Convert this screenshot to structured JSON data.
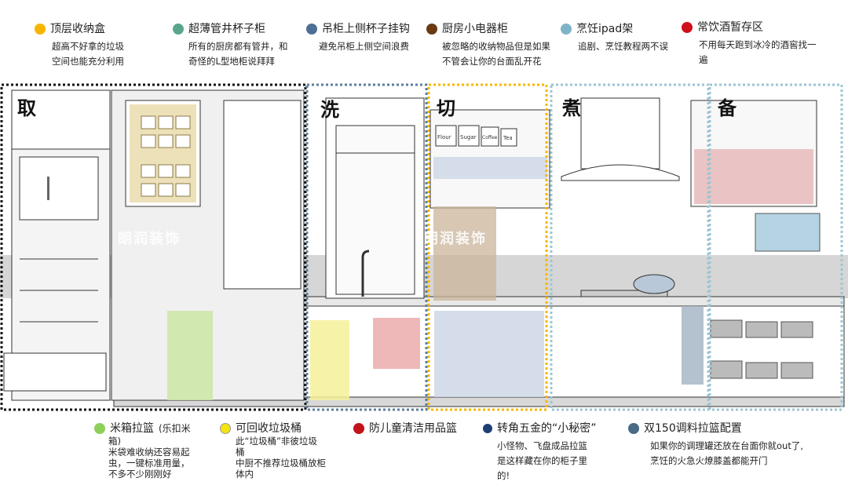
{
  "legend_top": [
    {
      "title": "顶层收纳盒",
      "lines": [
        "超高不好拿的垃圾",
        "空间也能充分利用"
      ],
      "color": "#f7b500"
    },
    {
      "title": "超薄管井杯子柜",
      "lines": [
        "所有的厨房都有管井，和",
        "奇怪的L型地柜说拜拜"
      ],
      "color": "#5aa68c"
    },
    {
      "title": "吊柜上侧杯子挂钩",
      "lines": [
        "避免吊柜上侧空间浪费"
      ],
      "color": "#4d6f96"
    },
    {
      "title": "厨房小电器柜",
      "lines": [
        "被忽略的收纳物品但是如果",
        "不管会让你的台面乱开花"
      ],
      "color": "#6b3a12"
    },
    {
      "title": "烹饪ipad架",
      "lines": [
        "追剧、烹饪教程两不误"
      ],
      "color": "#7fb3c8"
    },
    {
      "title": "常饮酒暂存区",
      "lines": [
        "不用每天跑到冰冷的酒窖找一",
        "遍"
      ],
      "color": "#d0101b"
    }
  ],
  "legend_bottom": [
    {
      "title": "米箱拉篮",
      "title_suffix": "(乐扣米",
      "lines": [
        "箱)",
        "米袋难收纳还容易起",
        "虫，一键标准用量，",
        "不多不少刚刚好"
      ],
      "color": "#8ecf5a"
    },
    {
      "title": "可回收垃圾桶",
      "lines": [
        "此“垃圾桶”非彼垃圾",
        "桶",
        "中厨不推荐垃圾桶放柜",
        "体内"
      ],
      "color": "#f5e312",
      "outline": true
    },
    {
      "title": "防儿童清洁用品篮",
      "lines": [],
      "color": "#c4121a"
    },
    {
      "title": "转角五金的“小秘密”",
      "lines": [
        "小怪物、飞盘成品拉篮",
        "是这样藏在你的柜子里",
        "的!"
      ],
      "color": "#1f3f73"
    },
    {
      "title": "双150调料拉篮配置",
      "lines": [
        "如果你的调理罐还放在台面你就out了,",
        "烹饪的火急火燎膝盖都能开门"
      ],
      "color": "#4a6b86"
    }
  ],
  "zones": [
    "取",
    "洗",
    "切",
    "煮",
    "备"
  ],
  "watermark": "朗润装饰",
  "jar_labels": [
    "Flour",
    "Sugar",
    "Coffee",
    "Tea"
  ]
}
